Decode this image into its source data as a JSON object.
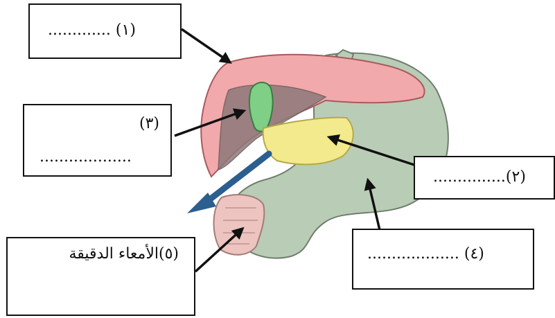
{
  "labels": {
    "label_1": {
      "text": "............. (١)"
    },
    "label_2": {
      "text": "...............(٢)"
    },
    "label_3": {
      "number": "(٣)",
      "blank": "..................."
    },
    "label_4": {
      "text": "................... (٤)"
    },
    "label_5": {
      "text": "(٥)الأمعاء الدقيقة"
    }
  },
  "colors": {
    "liver": "#f2a9ab",
    "gallbladder": "#7fcf86",
    "pancreas": "#f2ea8c",
    "stomach": "#b9ccb5",
    "duodenum": "#edc4c0",
    "arrow_blue": "#2b5f8f",
    "pointer": "#111111"
  },
  "icons": [
    "blue-arrow-icon"
  ]
}
